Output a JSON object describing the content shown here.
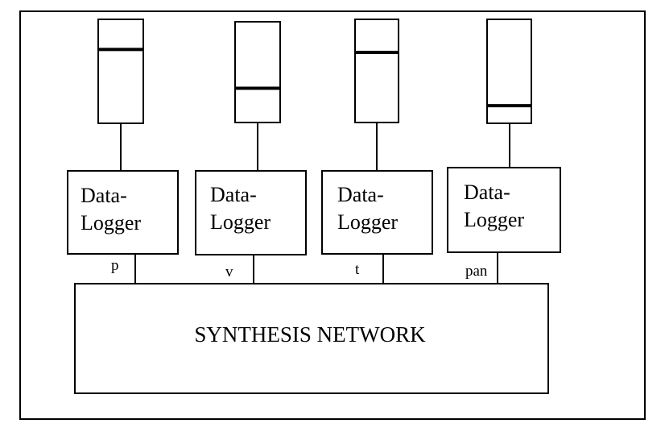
{
  "fader_levels": [
    0.29,
    0.66,
    0.32,
    0.83
  ],
  "loggers": [
    {
      "line1": "Data-",
      "line2": "Logger"
    },
    {
      "line1": "Data-",
      "line2": "Logger"
    },
    {
      "line1": "Data-",
      "line2": "Logger"
    },
    {
      "line1": "Data-",
      "line2": "Logger"
    }
  ],
  "ports": [
    "p",
    "v",
    "t",
    "pan"
  ],
  "network": {
    "label": "SYNTHESIS NETWORK"
  }
}
